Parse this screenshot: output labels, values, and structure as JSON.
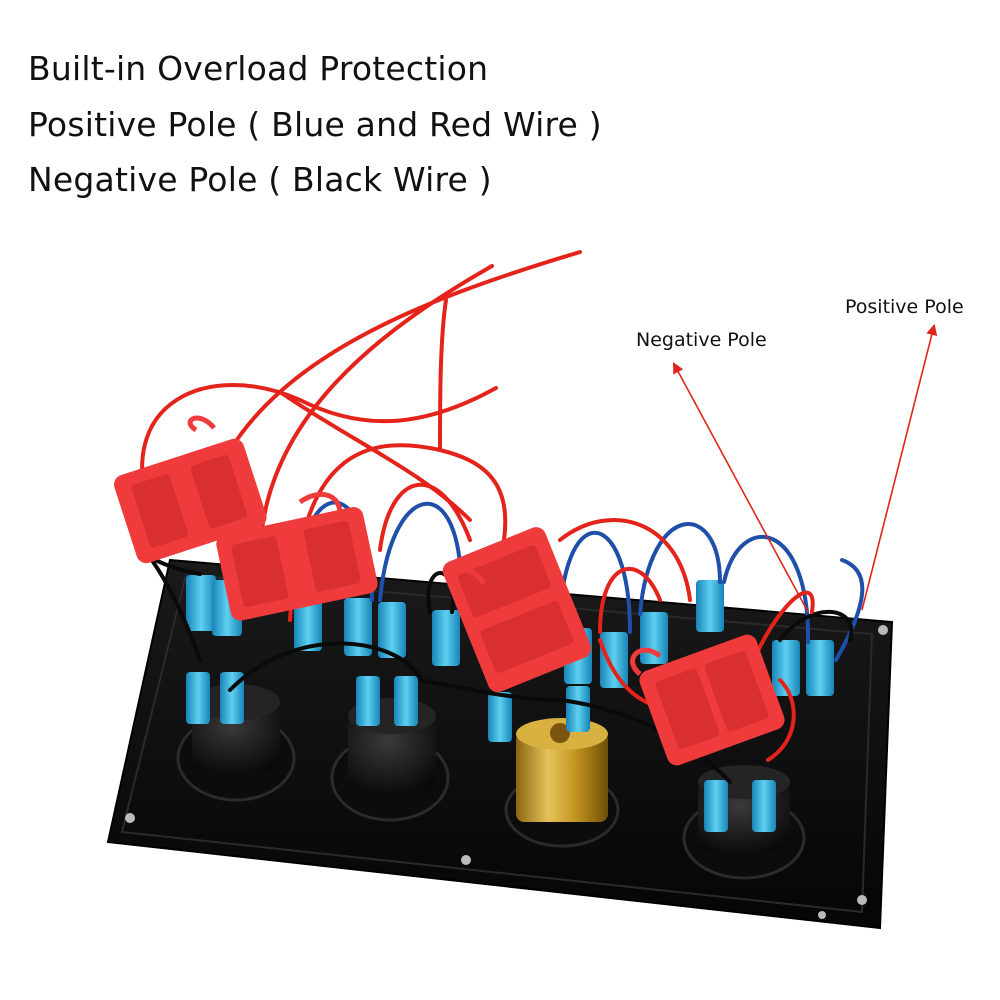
{
  "headlines": [
    "Built-in Overload Protection",
    "Positive Pole ( Blue and Red Wire )",
    "Negative Pole ( Black Wire )"
  ],
  "callouts": {
    "negative": "Negative Pole",
    "positive": "Positive Pole"
  },
  "colors": {
    "text": "#111111",
    "arrow": "#e0261c",
    "fuse_holder": "#ef3b3b",
    "red_wire": "#e4231b",
    "blue_wire": "#1f4fa8",
    "terminal": "#2aa7d8",
    "panel": "#0c0c0c",
    "brass": "#c79a2c"
  },
  "product": {
    "fuse_holders": 4,
    "round_sockets": 4
  }
}
